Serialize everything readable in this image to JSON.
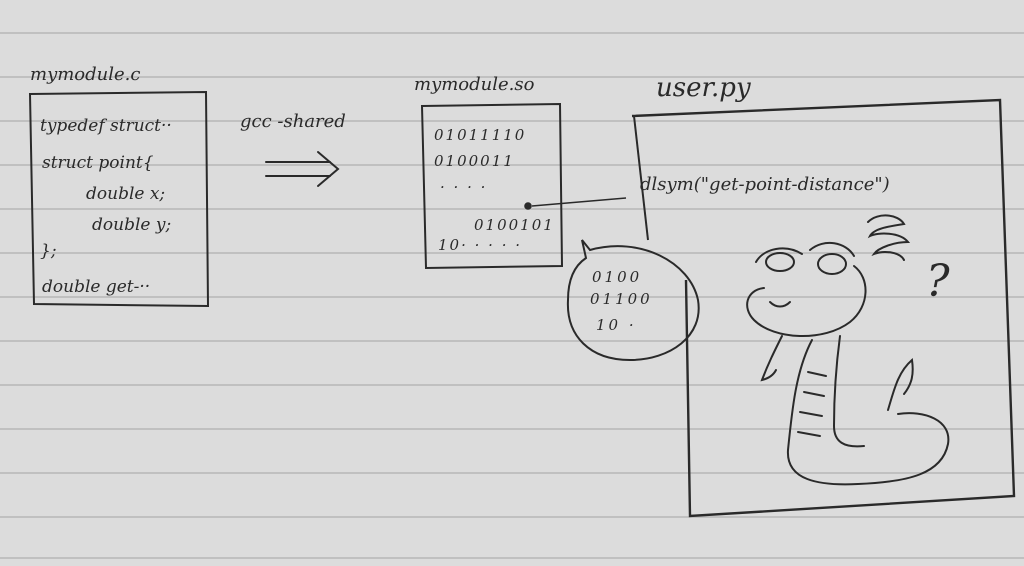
{
  "source_file": {
    "title": "mymodule.c",
    "lines": [
      "typedef struct··",
      "struct point{",
      "double x;",
      "double y;",
      "};",
      "double get-··"
    ]
  },
  "compile_step": {
    "command": "gcc -shared",
    "arrow_glyph": "⇒"
  },
  "shared_library": {
    "title": "mymodule.so",
    "rows": [
      "01011110",
      "0100011",
      "· · · ·",
      "0100101",
      "10· · · · ·"
    ]
  },
  "python_script": {
    "title": "user.py",
    "call": "dlsym(\"get-point-distance\")"
  },
  "speech_bubble": {
    "rows": [
      "0100",
      "01100",
      "10 ·"
    ]
  },
  "mascot": {
    "question_mark": "?",
    "icon": "confused-snake-icon"
  },
  "colors": {
    "paper": "#dcdcdc",
    "rule_line": "#b7b7b7",
    "ink": "#2a2a2a"
  }
}
